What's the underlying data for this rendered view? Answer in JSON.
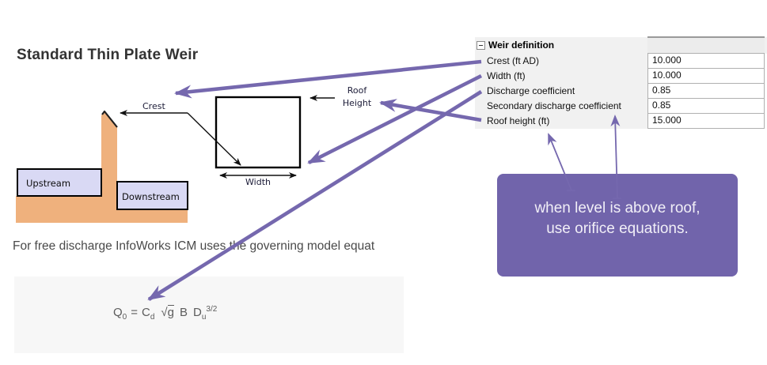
{
  "theme": {
    "accent": "#7568AE",
    "callout-bg": "#7164AB",
    "callout-text": "#F1EFF7",
    "earth": "#EFB17D",
    "water": "#D9D9F4",
    "panel-bg": "#F7F7F7",
    "table-label-bg": "#F1F1F1",
    "table-border": "#B0B0B0"
  },
  "title": "Standard Thin Plate Weir",
  "diagram": {
    "upstream_label": "Upstream",
    "downstream_label": "Downstream",
    "crest_label": "Crest",
    "roof_label_line1": "Roof",
    "roof_label_line2": "Height",
    "width_label": "Width"
  },
  "property_table": {
    "header_label": "Weir definition",
    "rows": [
      {
        "label": "Crest (ft AD)",
        "value": "10.000"
      },
      {
        "label": "Width (ft)",
        "value": "10.000"
      },
      {
        "label": "Discharge coefficient",
        "value": "0.85"
      },
      {
        "label": "Secondary discharge coefficient",
        "value": "0.85"
      },
      {
        "label": "Roof height (ft)",
        "value": "15.000"
      }
    ]
  },
  "callout": {
    "line1": "when level is above roof,",
    "line2": "use orifice equations."
  },
  "body_text": "For free discharge InfoWorks ICM uses the governing model equat",
  "equation": {
    "q": "Q",
    "q_sub": "0",
    "eq": "=",
    "c": "C",
    "c_sub": "d",
    "sqrt": "√",
    "g": "g",
    "b": "B",
    "d": "D",
    "d_sub": "u",
    "exp": "3/2"
  }
}
